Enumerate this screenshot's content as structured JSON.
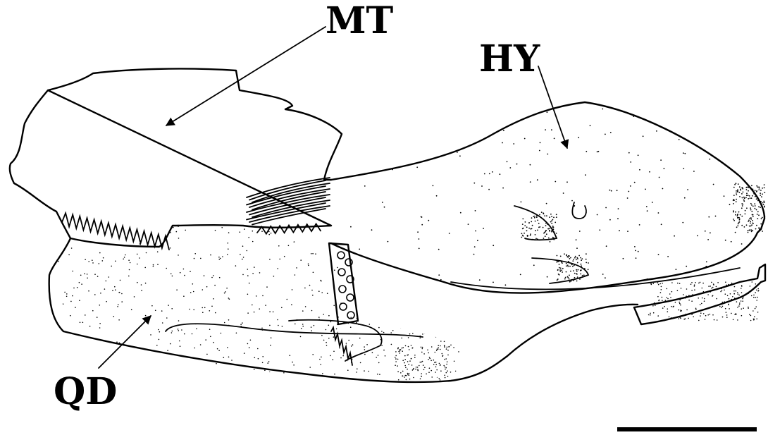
{
  "labels": {
    "mt": "MT",
    "hy": "HY",
    "qd": "QD"
  },
  "colors": {
    "ink": "#000000",
    "paper": "#ffffff"
  }
}
